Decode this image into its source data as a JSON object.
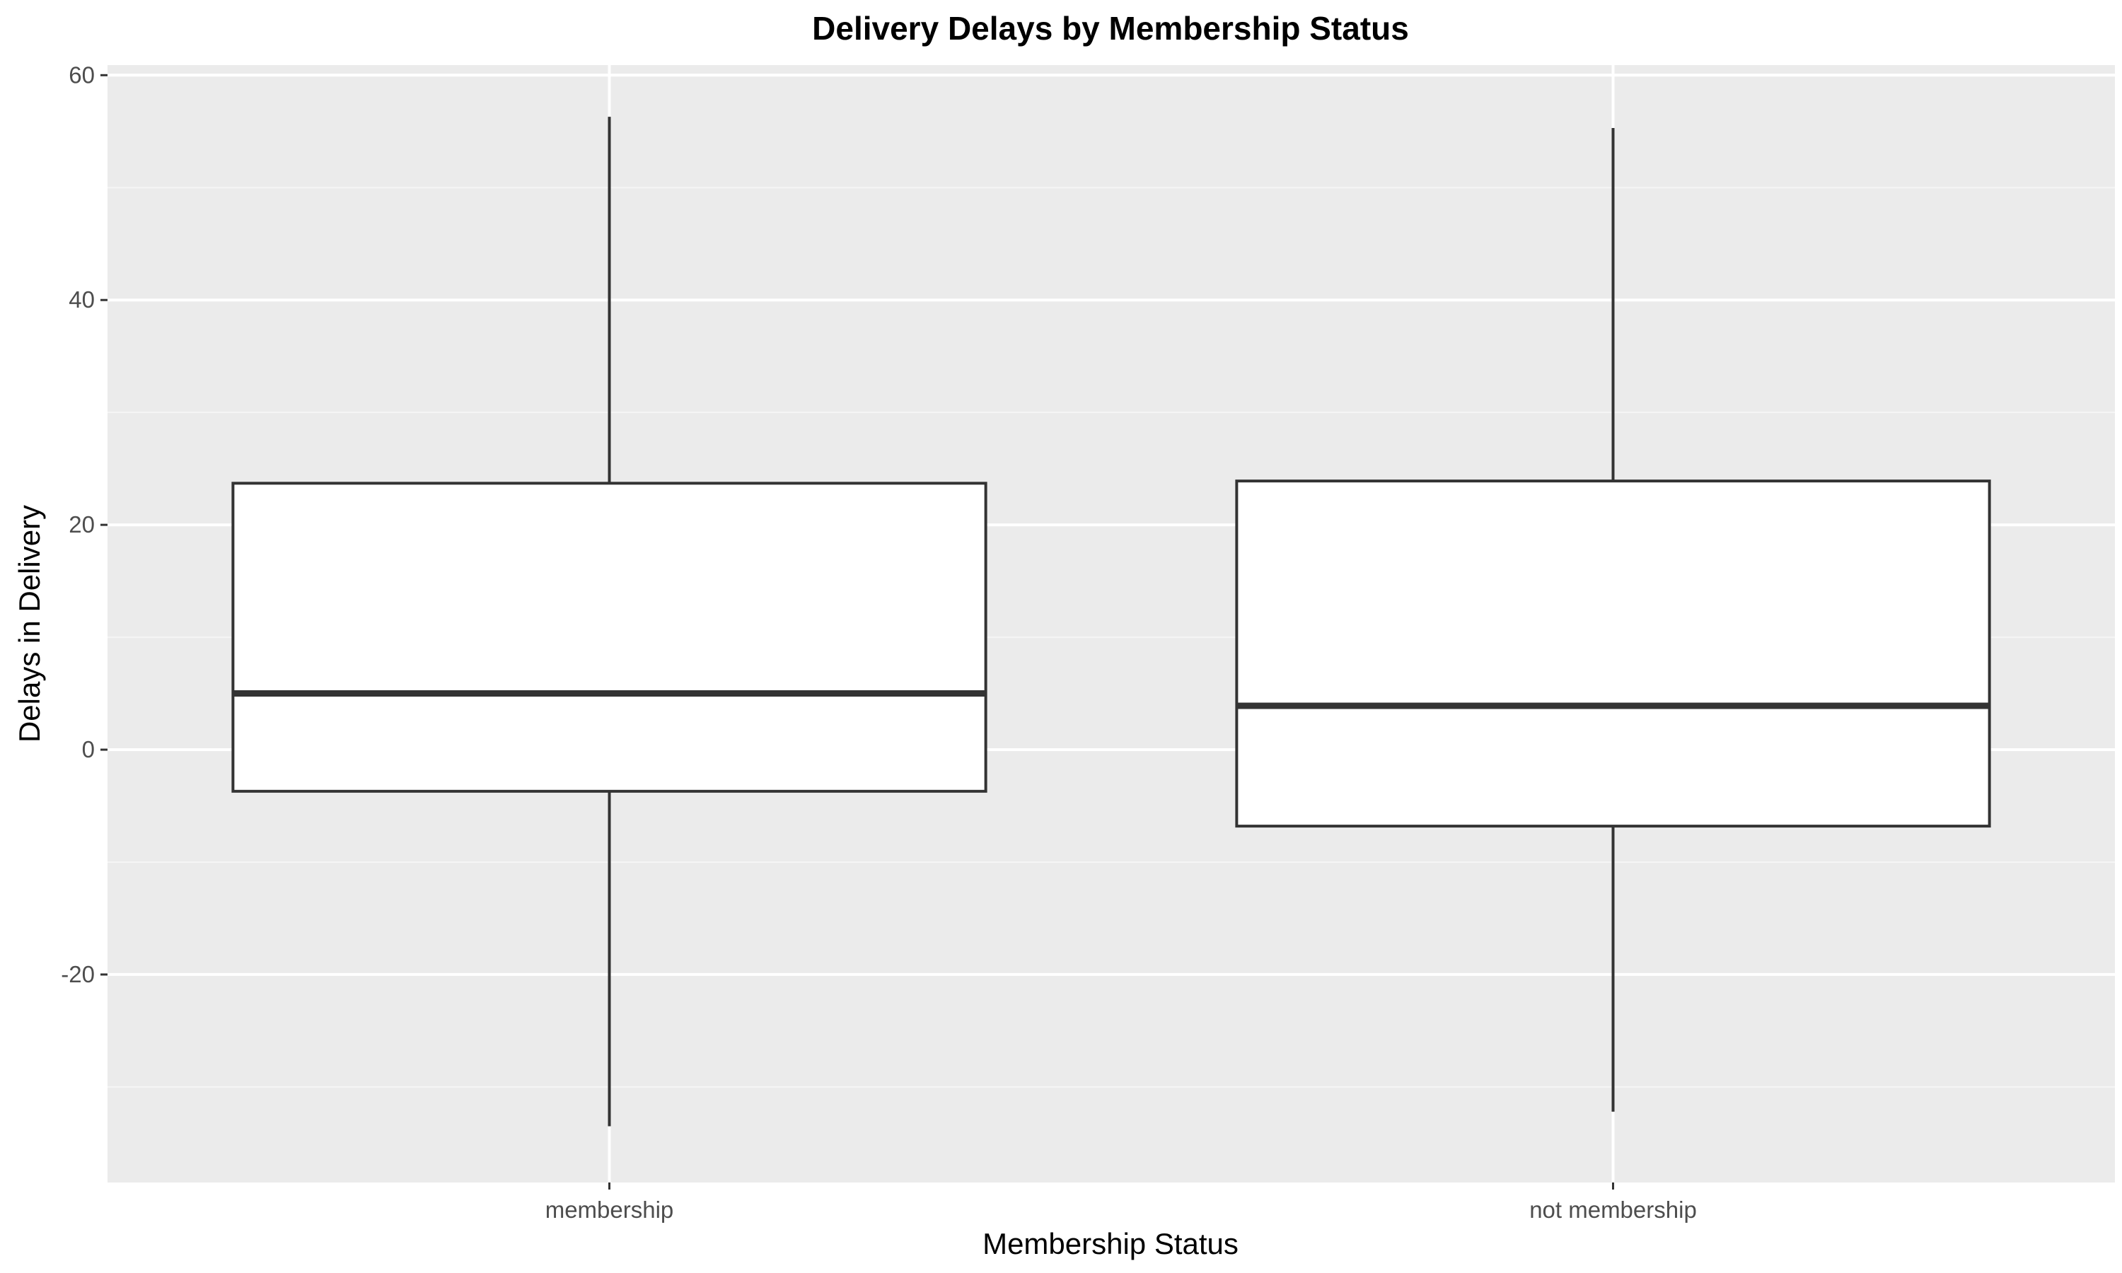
{
  "chart_data": {
    "type": "box",
    "title": "Delivery Delays by Membership Status",
    "xlabel": "Membership Status",
    "ylabel": "Delays in Delivery",
    "categories": [
      "membership",
      "not membership"
    ],
    "boxes": [
      {
        "category": "membership",
        "whisker_low": -33.5,
        "q1": -3.7,
        "median": 5.0,
        "q3": 23.7,
        "whisker_high": 56.3
      },
      {
        "category": "not membership",
        "whisker_low": -32.2,
        "q1": -6.8,
        "median": 3.9,
        "q3": 23.9,
        "whisker_high": 55.3
      }
    ],
    "ylim": [
      -38.5,
      60.9
    ],
    "yticks": [
      -20,
      0,
      20,
      40,
      60
    ],
    "ytick_labels": [
      "-20",
      "0",
      "20",
      "40",
      "60"
    ],
    "grid": true,
    "legend": "none",
    "colors": {
      "panel_background": "#ebebeb",
      "grid_major": "#ffffff",
      "grid_minor": "#f5f5f5",
      "box_fill": "#ffffff",
      "box_stroke": "#333333",
      "tick_text": "#4d4d4d",
      "title_text": "#000000"
    }
  }
}
